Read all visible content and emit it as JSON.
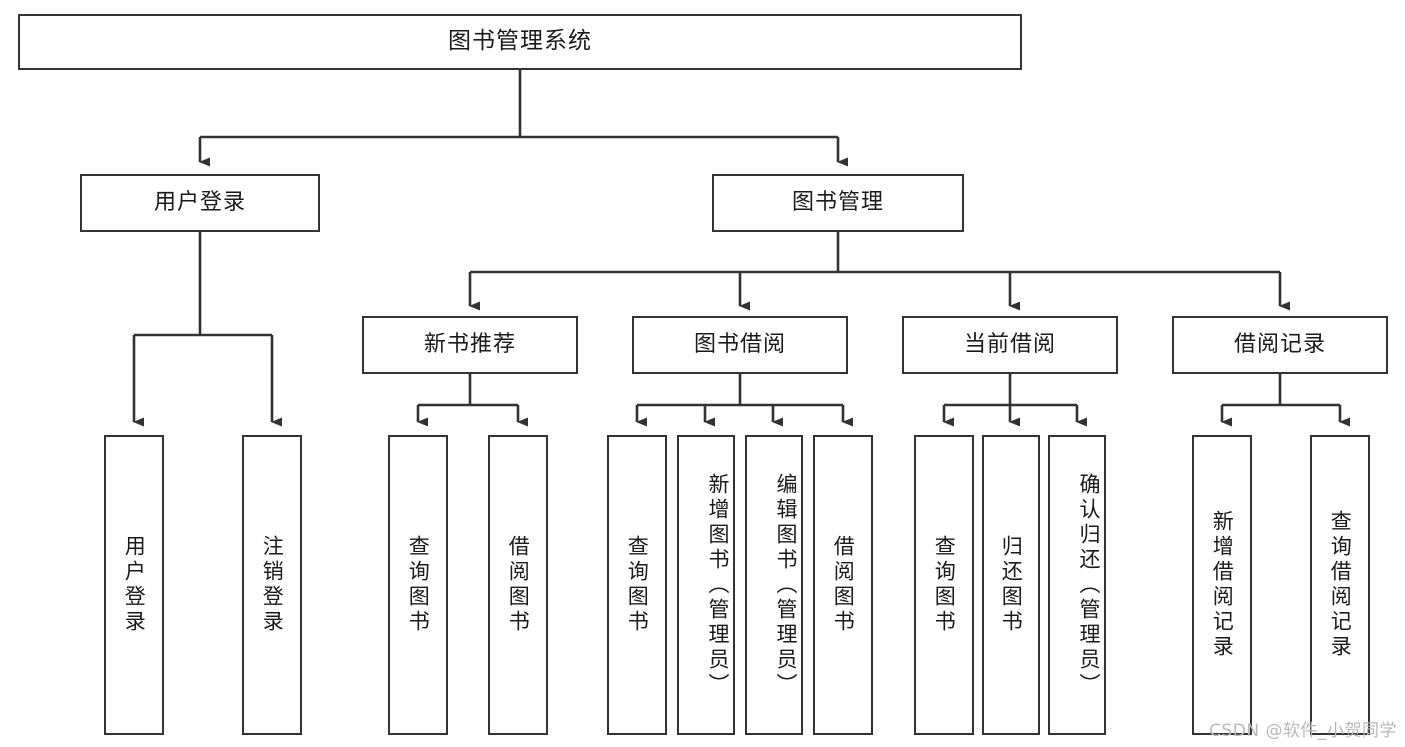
{
  "diagram": {
    "title": "图书管理系统",
    "type": "tree-hierarchy",
    "root": {
      "label": "图书管理系统"
    },
    "level2": [
      {
        "label": "用户登录"
      },
      {
        "label": "图书管理"
      }
    ],
    "level3": [
      {
        "label": "新书推荐"
      },
      {
        "label": "图书借阅"
      },
      {
        "label": "当前借阅"
      },
      {
        "label": "借阅记录"
      }
    ],
    "leaves": {
      "user_login": [
        {
          "label": "用户登录"
        },
        {
          "label": "注销登录"
        }
      ],
      "new_book_recommend": [
        {
          "label": "查询图书"
        },
        {
          "label": "借阅图书"
        }
      ],
      "book_borrow": [
        {
          "label": "查询图书"
        },
        {
          "label": "新增图书（管理员）"
        },
        {
          "label": "编辑图书（管理员）"
        },
        {
          "label": "借阅图书"
        }
      ],
      "current_borrow": [
        {
          "label": "查询图书"
        },
        {
          "label": "归还图书"
        },
        {
          "label": "确认归还（管理员）"
        }
      ],
      "borrow_records": [
        {
          "label": "新增借阅记录"
        },
        {
          "label": "查询借阅记录"
        }
      ]
    }
  },
  "watermark": {
    "text": "CSDN @软件_小贺同学"
  },
  "colors": {
    "stroke": "#333333",
    "box_fill": "#ffffff",
    "text": "#1a1a1a",
    "watermark": "#b9b9b9",
    "background": "#ffffff"
  }
}
